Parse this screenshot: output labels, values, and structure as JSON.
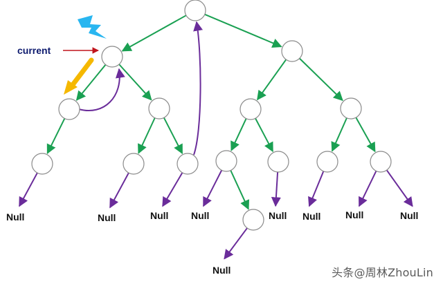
{
  "pointer_label": "current",
  "null_label": "Null",
  "watermark": "头条@周林ZhouLin",
  "colors": {
    "tree_edge": "#1aa052",
    "thread_edge": "#6a2c9a",
    "current_arrow": "#c0141c",
    "move_arrow": "#f5b800",
    "spark": "#29b6f0"
  },
  "icons": [
    "lightning-icon"
  ]
}
